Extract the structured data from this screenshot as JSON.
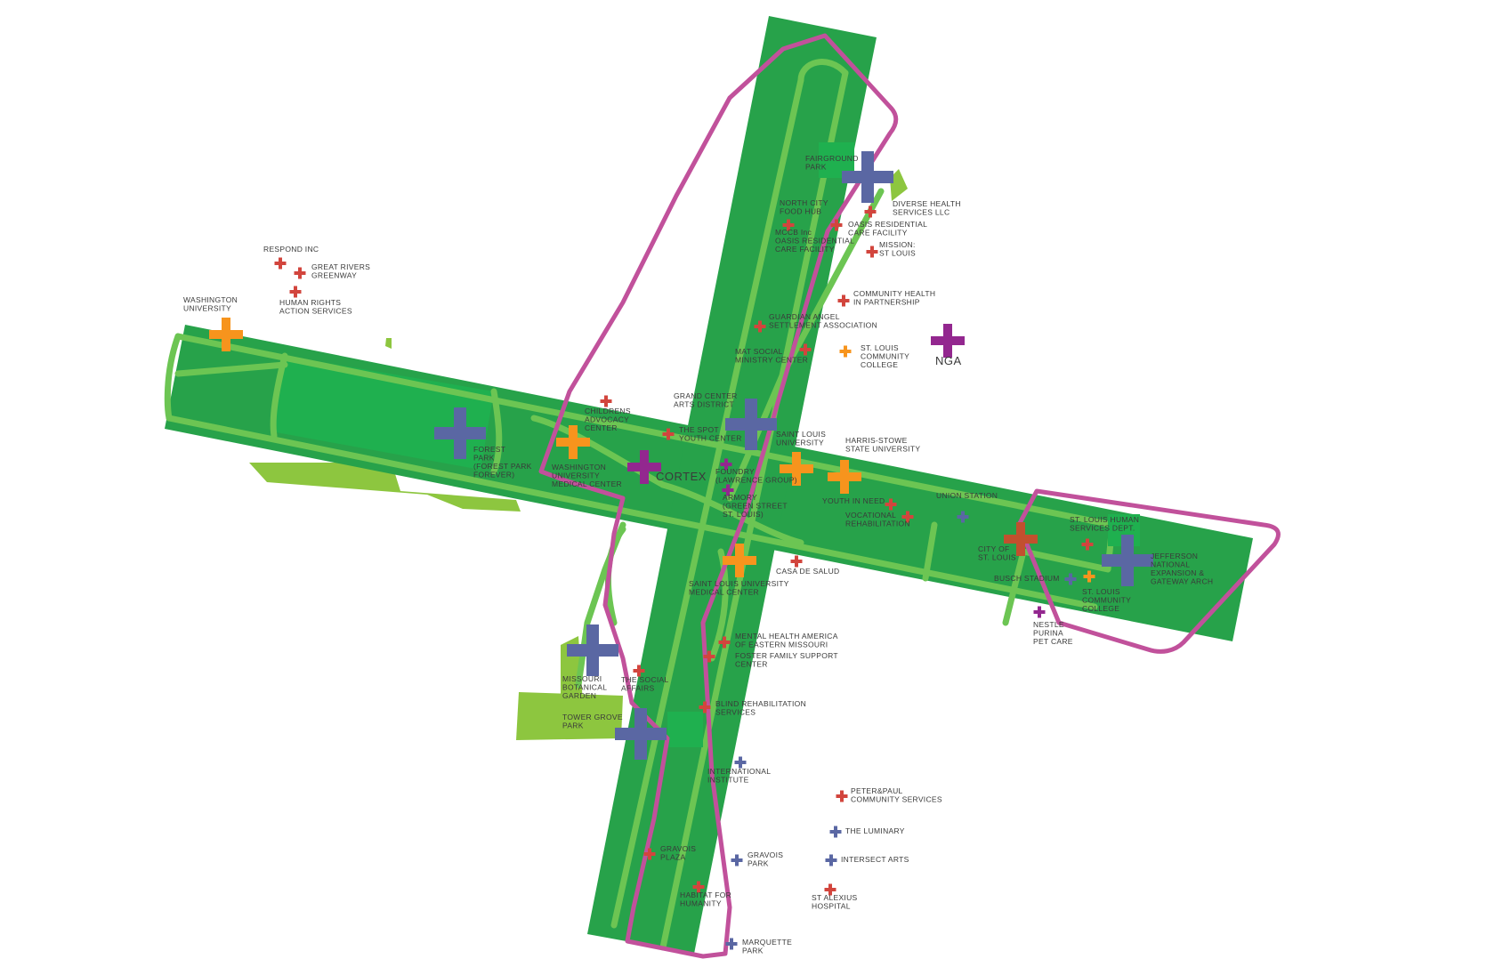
{
  "colors": {
    "corridor": "#27a24a",
    "park": "#1fb04f",
    "lime": "#8dc63f",
    "path": "#6cc553",
    "loop": "#c1519b",
    "orange": "#f7941d",
    "slate": "#5a67a3",
    "red": "#d2453d",
    "purple": "#93278f",
    "rust": "#c2502e"
  },
  "places": [
    {
      "id": "respond-inc",
      "lines": [
        "RESPOND INC"
      ],
      "marker": "red",
      "size": "s"
    },
    {
      "id": "great-rivers-greenway",
      "lines": [
        "GREAT RIVERS",
        "GREENWAY"
      ],
      "marker": "red",
      "size": "s"
    },
    {
      "id": "human-rights-action-services",
      "lines": [
        "HUMAN RIGHTS",
        "ACTION SERVICES"
      ],
      "marker": "red",
      "size": "s"
    },
    {
      "id": "washington-university",
      "lines": [
        "WASHINGTON",
        "UNIVERSITY"
      ],
      "marker": "orange",
      "size": "m"
    },
    {
      "id": "forest-park",
      "lines": [
        "FOREST",
        "PARK",
        "(FOREST PARK",
        "FOREVER)"
      ],
      "marker": "slate",
      "size": "l"
    },
    {
      "id": "washington-university-medical-center",
      "lines": [
        "WASHINGTON",
        "UNIVERSITY",
        "MEDICAL CENTER"
      ],
      "marker": "orange",
      "size": "m"
    },
    {
      "id": "childrens-advocacy-center",
      "lines": [
        "CHILDRENS",
        "ADVOCACY",
        "CENTER"
      ],
      "marker": "red",
      "size": "s"
    },
    {
      "id": "cortex",
      "lines": [
        "CORTEX"
      ],
      "marker": "purple",
      "size": "m",
      "big": true
    },
    {
      "id": "the-spot-youth-center",
      "lines": [
        "THE SPOT",
        "YOUTH CENTER"
      ],
      "marker": "red",
      "size": "s"
    },
    {
      "id": "grand-center-arts-district",
      "lines": [
        "GRAND CENTER",
        "ARTS DISTRICT"
      ],
      "marker": "slate",
      "size": "l"
    },
    {
      "id": "foundry",
      "lines": [
        "FOUNDRY",
        "(LAWRENCE GROUP)"
      ],
      "marker": "purple",
      "size": "s"
    },
    {
      "id": "armory",
      "lines": [
        "ARMORY",
        "(GREEN STREET",
        "ST. LOUIS)"
      ],
      "marker": "purple",
      "size": "s"
    },
    {
      "id": "saint-louis-university",
      "lines": [
        "SAINT LOUIS",
        "UNIVERSITY"
      ],
      "marker": "orange",
      "size": "m"
    },
    {
      "id": "harris-stowe-state-university",
      "lines": [
        "HARRIS-STOWE",
        "STATE UNIVERSITY"
      ],
      "marker": "orange",
      "size": "m"
    },
    {
      "id": "fairground-park",
      "lines": [
        "FAIRGROUND",
        "PARK"
      ],
      "marker": "slate",
      "size": "l"
    },
    {
      "id": "north-city-food-hub",
      "lines": [
        "NORTH CITY",
        "FOOD HUB"
      ],
      "marker": "red",
      "size": "s"
    },
    {
      "id": "diverse-health-services",
      "lines": [
        "DIVERSE HEALTH",
        "SERVICES LLC"
      ],
      "marker": "red",
      "size": "s"
    },
    {
      "id": "oasis-residential-care-facility",
      "lines": [
        "OASIS RESIDENTIAL",
        "CARE FACILITY"
      ],
      "marker": "red",
      "size": "s"
    },
    {
      "id": "mccb-oasis-residential",
      "lines": [
        "MCCB Inc",
        "OASIS RESIDENTIAL",
        "CARE FACILITY"
      ],
      "marker": "none",
      "size": "s"
    },
    {
      "id": "mission-st-louis",
      "lines": [
        "MISSION:",
        "ST LOUIS"
      ],
      "marker": "red",
      "size": "s"
    },
    {
      "id": "community-health-in-partnership",
      "lines": [
        "COMMUNITY HEALTH",
        "IN PARTNERSHIP"
      ],
      "marker": "red",
      "size": "s"
    },
    {
      "id": "guardian-angel-settlement-association",
      "lines": [
        "GUARDIAN ANGEL",
        "SETTLEMENT ASSOCIATION"
      ],
      "marker": "red",
      "size": "s"
    },
    {
      "id": "mat-social-ministry-center",
      "lines": [
        "MAT SOCIAL",
        "MINISTRY CENTER"
      ],
      "marker": "red",
      "size": "s"
    },
    {
      "id": "st-louis-community-college-north",
      "lines": [
        "ST. LOUIS",
        "COMMUNITY",
        "COLLEGE"
      ],
      "marker": "orange",
      "size": "s"
    },
    {
      "id": "nga",
      "lines": [
        "NGA"
      ],
      "marker": "purple",
      "size": "m",
      "big": true
    },
    {
      "id": "youth-in-need",
      "lines": [
        "YOUTH IN NEED"
      ],
      "marker": "red",
      "size": "s"
    },
    {
      "id": "vocational-rehabilitation",
      "lines": [
        "VOCATIONAL",
        "REHABILITATION"
      ],
      "marker": "red",
      "size": "s"
    },
    {
      "id": "union-station",
      "lines": [
        "UNION STATION"
      ],
      "marker": "slate",
      "size": "s"
    },
    {
      "id": "city-of-st-louis",
      "lines": [
        "CITY OF",
        "ST. LOUIS"
      ],
      "marker": "rust",
      "size": "m"
    },
    {
      "id": "st-louis-human-services-dept",
      "lines": [
        "ST. LOUIS HUMAN",
        "SERVICES DEPT."
      ],
      "marker": "red",
      "size": "s"
    },
    {
      "id": "busch-stadium",
      "lines": [
        "BUSCH STADIUM"
      ],
      "marker": "slate",
      "size": "s"
    },
    {
      "id": "st-louis-community-college-downtown",
      "lines": [
        "ST. LOUIS",
        "COMMUNITY",
        "COLLEGE"
      ],
      "marker": "orange",
      "size": "s"
    },
    {
      "id": "jefferson-national-expansion",
      "lines": [
        "JEFFERSON",
        "NATIONAL",
        "EXPANSION &",
        "GATEWAY ARCH"
      ],
      "marker": "slate",
      "size": "l"
    },
    {
      "id": "nestle-purina-pet-care",
      "lines": [
        "NESTLE",
        "PURINA",
        "PET CARE"
      ],
      "marker": "purple",
      "size": "s"
    },
    {
      "id": "casa-de-salud",
      "lines": [
        "CASA DE SALUD"
      ],
      "marker": "red",
      "size": "s"
    },
    {
      "id": "saint-louis-university-medical-center",
      "lines": [
        "SAINT LOUIS UNIVERSITY",
        "MEDICAL CENTER"
      ],
      "marker": "orange",
      "size": "m"
    },
    {
      "id": "mental-health-america",
      "lines": [
        "MENTAL HEALTH AMERICA",
        "OF EASTERN MISSOURI"
      ],
      "marker": "red",
      "size": "s"
    },
    {
      "id": "foster-family-support-center",
      "lines": [
        "FOSTER FAMILY SUPPORT",
        "CENTER"
      ],
      "marker": "red",
      "size": "s"
    },
    {
      "id": "missouri-botanical-garden",
      "lines": [
        "MISSOURI",
        "BOTANICAL",
        "GARDEN"
      ],
      "marker": "slate",
      "size": "l"
    },
    {
      "id": "the-social-affairs",
      "lines": [
        "THE SOCIAL",
        "AFFAIRS"
      ],
      "marker": "red",
      "size": "s"
    },
    {
      "id": "blind-rehabilitation-services",
      "lines": [
        "BLIND REHABILITATION",
        "SERVICES"
      ],
      "marker": "red",
      "size": "s"
    },
    {
      "id": "tower-grove-park",
      "lines": [
        "TOWER GROVE",
        "PARK"
      ],
      "marker": "slate",
      "size": "l"
    },
    {
      "id": "international-institute",
      "lines": [
        "INTERNATIONAL",
        "INSTITUTE"
      ],
      "marker": "slate",
      "size": "s"
    },
    {
      "id": "peter-paul-community-services",
      "lines": [
        "PETER&PAUL",
        "COMMUNITY SERVICES"
      ],
      "marker": "red",
      "size": "s"
    },
    {
      "id": "the-luminary",
      "lines": [
        "THE LUMINARY"
      ],
      "marker": "slate",
      "size": "s"
    },
    {
      "id": "intersect-arts",
      "lines": [
        "INTERSECT ARTS"
      ],
      "marker": "slate",
      "size": "s"
    },
    {
      "id": "st-alexius-hospital",
      "lines": [
        "ST ALEXIUS",
        "HOSPITAL"
      ],
      "marker": "red",
      "size": "s"
    },
    {
      "id": "gravois-plaza",
      "lines": [
        "GRAVOIS",
        "PLAZA"
      ],
      "marker": "red",
      "size": "s"
    },
    {
      "id": "gravois-park",
      "lines": [
        "GRAVOIS",
        "PARK"
      ],
      "marker": "slate",
      "size": "s"
    },
    {
      "id": "habitat-for-humanity",
      "lines": [
        "HABITAT FOR",
        "HUMANITY"
      ],
      "marker": "red",
      "size": "s"
    },
    {
      "id": "marquette-park",
      "lines": [
        "MARQUETTE",
        "PARK"
      ],
      "marker": "slate",
      "size": "s"
    }
  ]
}
